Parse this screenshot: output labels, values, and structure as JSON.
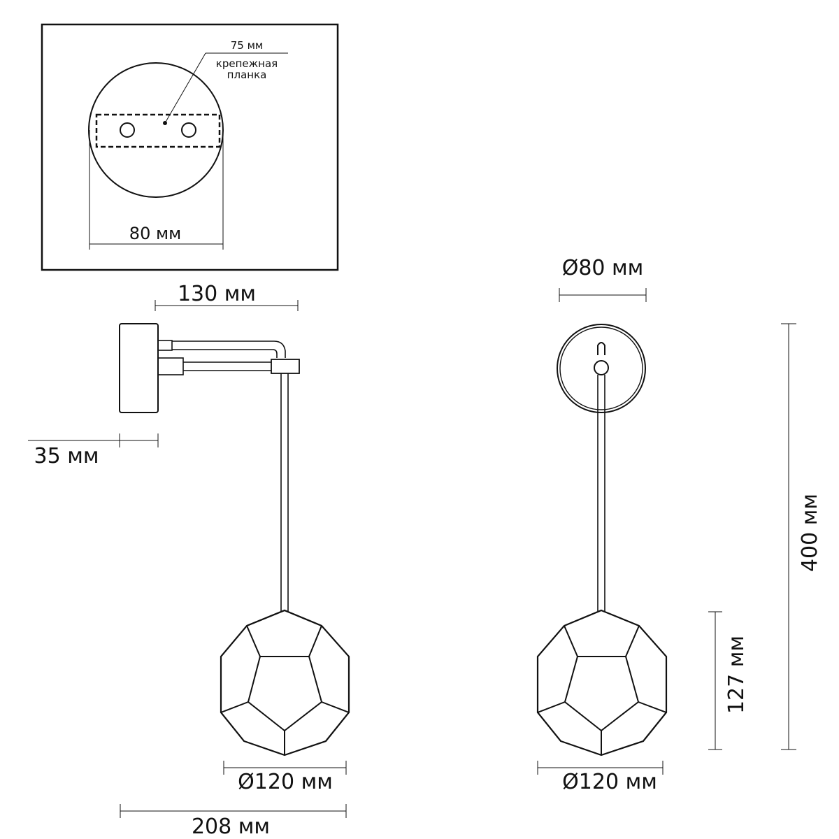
{
  "inset": {
    "plate_width": "75 мм",
    "plate_label_line1": "крепежная",
    "plate_label_line2": "планка",
    "base_width": "80 мм"
  },
  "side_view": {
    "arm_length": "130 мм",
    "base_depth": "35 мм",
    "shade_diameter": "Ø120 мм",
    "total_width": "208 мм"
  },
  "front_view": {
    "base_diameter": "Ø80 мм",
    "total_height": "400 мм",
    "shade_height": "127 мм",
    "shade_diameter": "Ø120 мм"
  }
}
